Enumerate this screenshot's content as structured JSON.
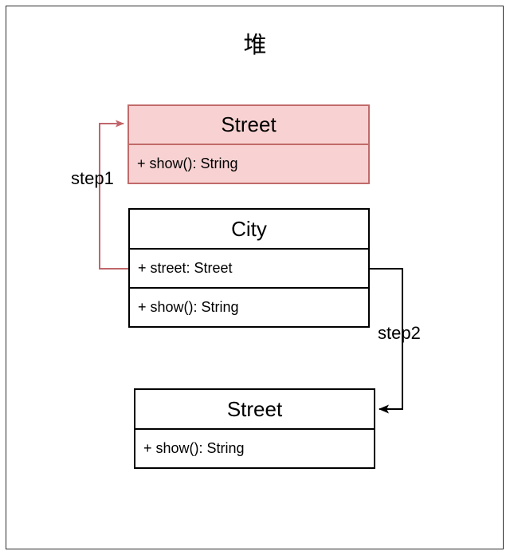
{
  "diagram": {
    "title": "堆",
    "type": "uml-class-diagram"
  },
  "classes": [
    {
      "id": "street-top",
      "name": "Street",
      "highlighted": true,
      "fill_color": "#f8d2d2",
      "border_color": "#c16a6a",
      "members": [
        "+ show(): String"
      ]
    },
    {
      "id": "city",
      "name": "City",
      "highlighted": false,
      "fill_color": "#ffffff",
      "border_color": "#000000",
      "members": [
        "+ street: Street",
        "+ show(): String"
      ]
    },
    {
      "id": "street-bottom",
      "name": "Street",
      "highlighted": false,
      "fill_color": "#ffffff",
      "border_color": "#000000",
      "members": [
        "+ show(): String"
      ]
    }
  ],
  "connectors": [
    {
      "id": "step1",
      "label": "step1",
      "color": "#c1666b",
      "from": "city.street-field",
      "to": "street-top"
    },
    {
      "id": "step2",
      "label": "step2",
      "color": "#000000",
      "from": "city.street-field",
      "to": "street-bottom"
    }
  ]
}
